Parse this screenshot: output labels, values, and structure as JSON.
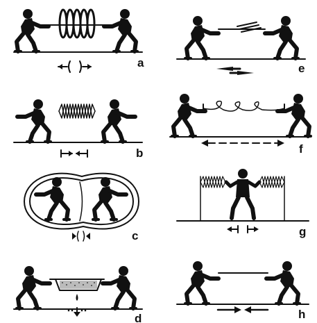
{
  "panels": [
    {
      "id": "a",
      "label": "a"
    },
    {
      "id": "b",
      "label": "b"
    },
    {
      "id": "c",
      "label": "c"
    },
    {
      "id": "d",
      "label": "d"
    },
    {
      "id": "e",
      "label": "e"
    },
    {
      "id": "f",
      "label": "f"
    },
    {
      "id": "g",
      "label": "g"
    },
    {
      "id": "h",
      "label": "h"
    }
  ],
  "colors": {
    "ink": "#111111",
    "background": "#ffffff",
    "water_dots": "#444444"
  },
  "icons": [
    "tug-figure-icon",
    "coil-spring-icon",
    "zigzag-spring-icon",
    "sliding-sticks-icon",
    "loose-coil-rope-icon",
    "water-trough-icon",
    "bubble-enclosure-icon",
    "taut-rope-icon"
  ]
}
